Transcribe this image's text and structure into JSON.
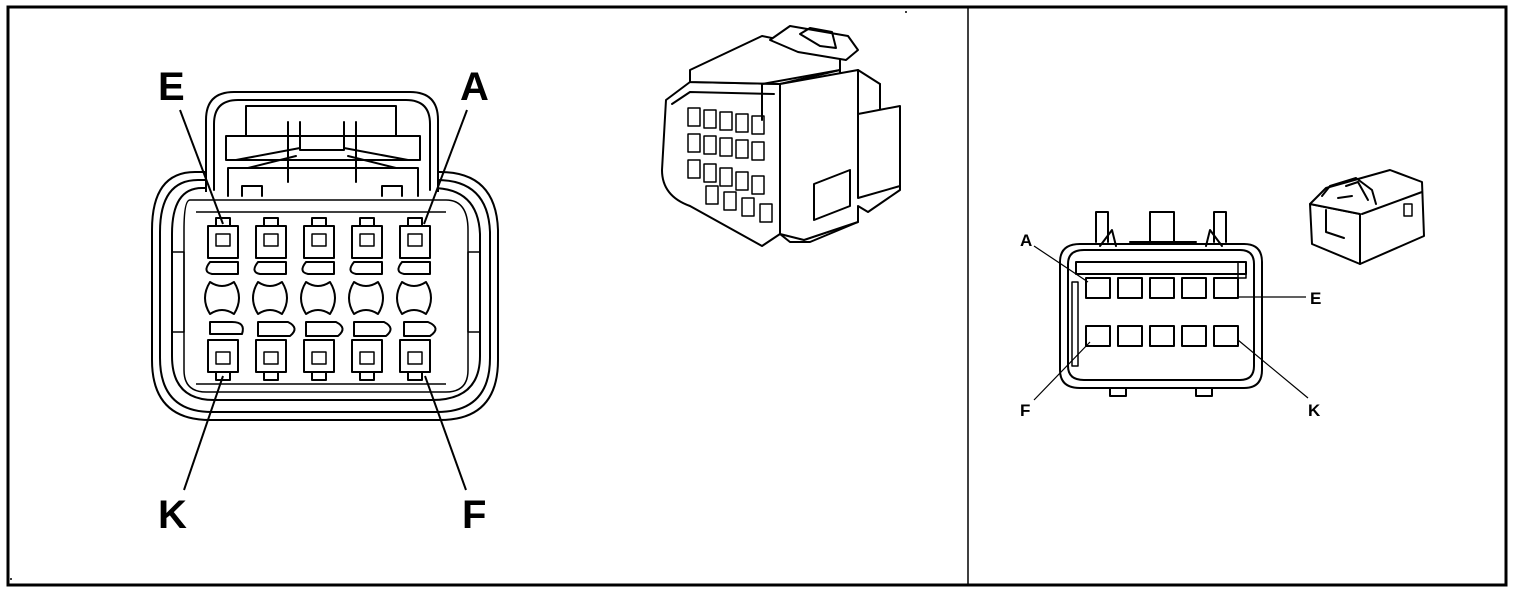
{
  "left_panel": {
    "face_labels": {
      "top_left": "E",
      "top_right": "A",
      "bottom_left": "K",
      "bottom_right": "F"
    }
  },
  "right_panel": {
    "face_labels": {
      "top_left": "A",
      "right_upper": "E",
      "bottom_left": "F",
      "bottom_right": "K"
    }
  }
}
